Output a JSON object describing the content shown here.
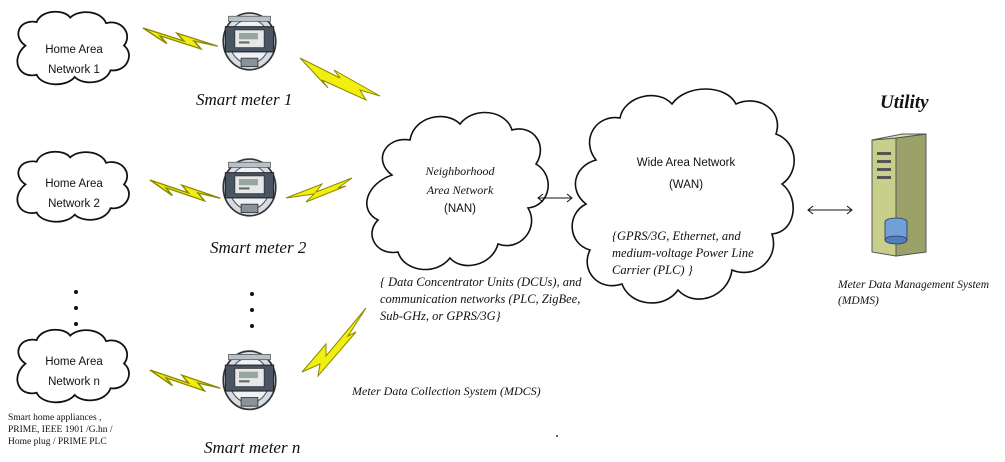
{
  "han": [
    {
      "line1": "Home Area",
      "line2": "Network 1"
    },
    {
      "line1": "Home Area",
      "line2": "Network 2"
    },
    {
      "line1": "Home Area",
      "line2": "Network n"
    }
  ],
  "meters": [
    {
      "label": "Smart meter 1"
    },
    {
      "label": "Smart meter 2"
    },
    {
      "label": "Smart meter n"
    }
  ],
  "han_note": {
    "line1": "Smart home appliances ,",
    "line2": "PRIME, IEEE 1901 /G.hn /",
    "line3": "Home plug  / PRIME PLC"
  },
  "nan": {
    "line1": "Neighborhood",
    "line2": "Area Network",
    "line3": "(NAN)",
    "desc1": "{ Data Concentrator Units (DCUs), and",
    "desc2": "communication networks (PLC, ZigBee,",
    "desc3": "Sub-GHz, or GPRS/3G}"
  },
  "wan": {
    "line1": "Wide Area Network",
    "line2": "(WAN)",
    "desc1": "{GPRS/3G,  Ethernet, and",
    "desc2": "medium-voltage Power Line",
    "desc3": "Carrier (PLC) }"
  },
  "mdcs": {
    "label": "Meter Data Collection System (MDCS)"
  },
  "utility": {
    "title": "Utility",
    "mdms1": "Meter Data Management System",
    "mdms2": "(MDMS)"
  },
  "colors": {
    "lightning": "#f2ee10",
    "lightning_stroke": "#8a8a00",
    "server": "#c7cf8a"
  }
}
